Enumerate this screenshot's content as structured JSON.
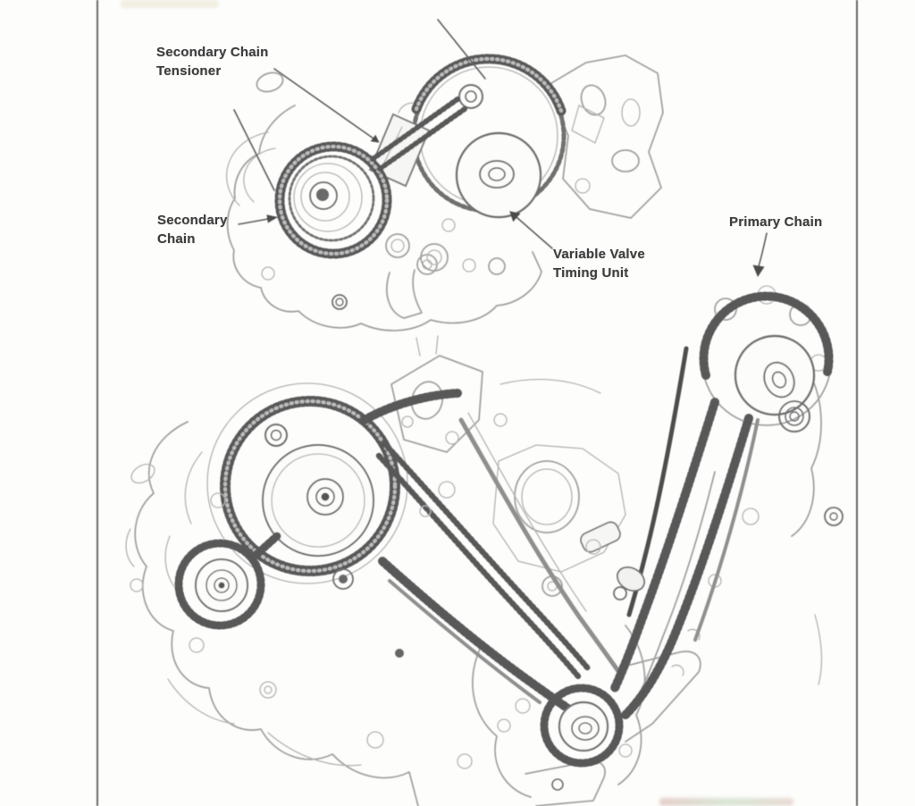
{
  "page": {
    "background": "#fdfdfc",
    "border_color": "#4e4e4e",
    "description": "Scanned service-manual page showing engine timing chain layout"
  },
  "figure": {
    "type": "technical-illustration",
    "subject": "Engine timing chains: secondary chain assembly (top) and primary chain assembly (bottom)",
    "labels": {
      "secondary_chain_tensioner": {
        "line1": "Secondary Chain",
        "line2": "Tensioner"
      },
      "secondary_chain": {
        "line1": "Secondary",
        "line2": "Chain"
      },
      "variable_valve_timing_unit": {
        "line1": "Variable Valve",
        "line2": "Timing Unit"
      },
      "primary_chain": {
        "line1": "Primary Chain"
      }
    },
    "colors": {
      "label_text": "#3e3e3e",
      "line_art": "#a2a2a2",
      "chain": "#595959",
      "leader": "#5c5c5c"
    }
  }
}
